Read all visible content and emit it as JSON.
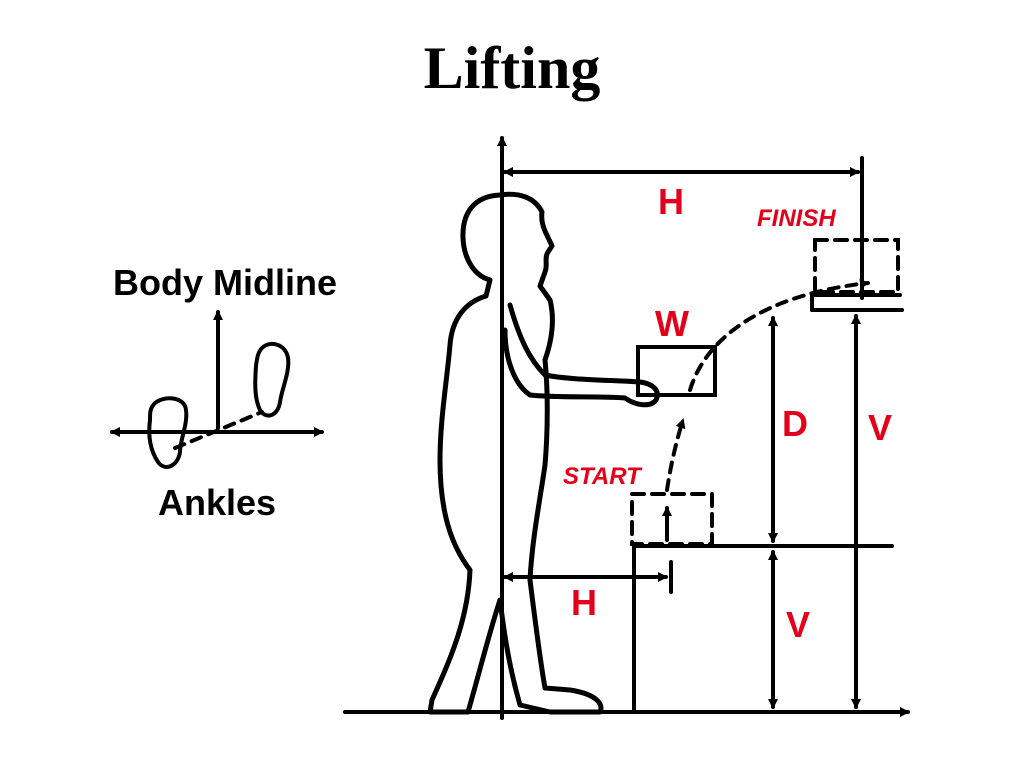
{
  "title": "Lifting",
  "labels": {
    "body_midline": "Body Midline",
    "ankles": "Ankles",
    "h_top": "H",
    "h_bottom": "H",
    "w": "W",
    "d": "D",
    "v_right": "V",
    "v_lower": "V",
    "start": "START",
    "finish": "FINISH"
  },
  "colors": {
    "line": "#000000",
    "accent": "#e3001b"
  }
}
